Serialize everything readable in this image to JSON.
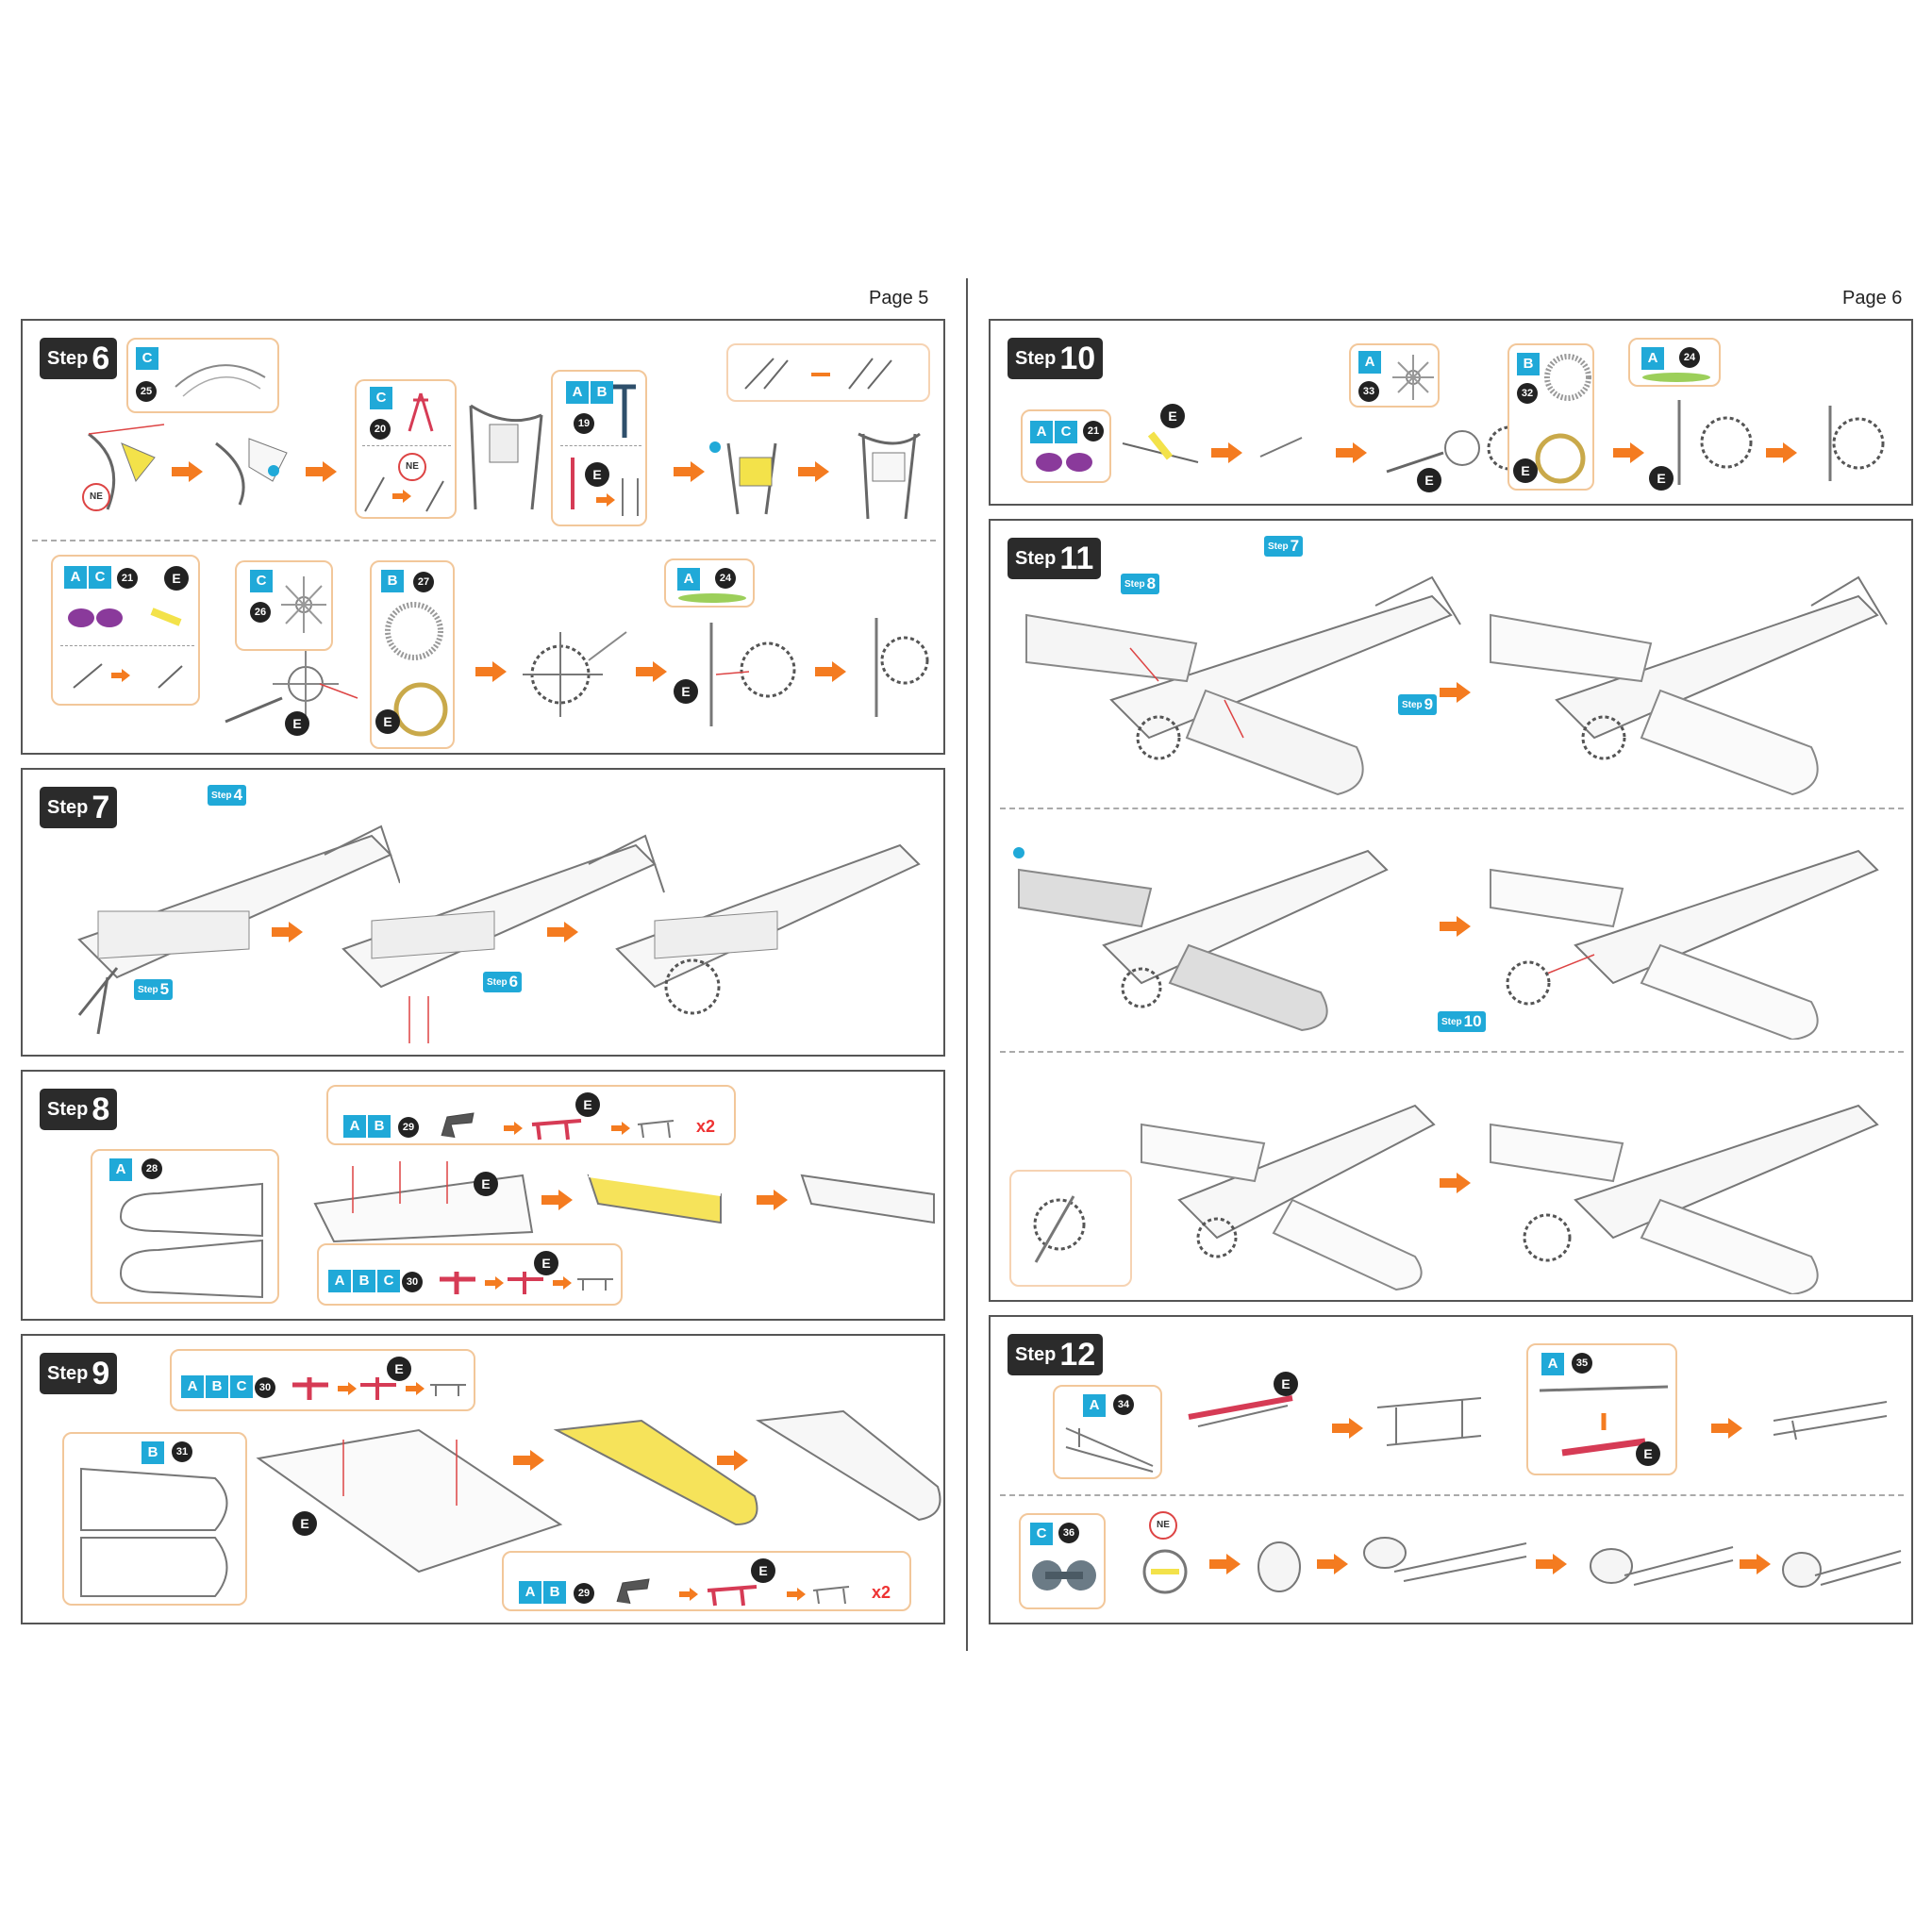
{
  "pages": {
    "left": "Page 5",
    "right": "Page 6"
  },
  "step_word": "Step",
  "steps": {
    "s6": "6",
    "s7": "7",
    "s8": "8",
    "s9": "9",
    "s10": "10",
    "s11": "11",
    "s12": "12"
  },
  "ref_tags": {
    "s7_step4": "4",
    "s7_step5": "5",
    "s7_step6": "6",
    "s11_step7": "7",
    "s11_step8": "8",
    "s11_step9": "9",
    "s11_step10": "10"
  },
  "letters": {
    "A": "A",
    "B": "B",
    "C": "C"
  },
  "markers": {
    "E": "E",
    "NE": "NE"
  },
  "part_numbers": {
    "p25": "25",
    "p20": "20",
    "p19": "19",
    "p21": "21",
    "p26": "26",
    "p27": "27",
    "p24": "24",
    "p28": "28",
    "p29": "29",
    "p30": "30",
    "p31": "31",
    "p33": "33",
    "p32": "32",
    "p34": "34",
    "p35": "35",
    "p36": "36"
  },
  "multiplier": "x2",
  "colors": {
    "accent_blue": "#20a9d8",
    "arrow_orange": "#f47b20",
    "callout_border": "#f2c79a",
    "step_bg": "#2b2b2b"
  }
}
